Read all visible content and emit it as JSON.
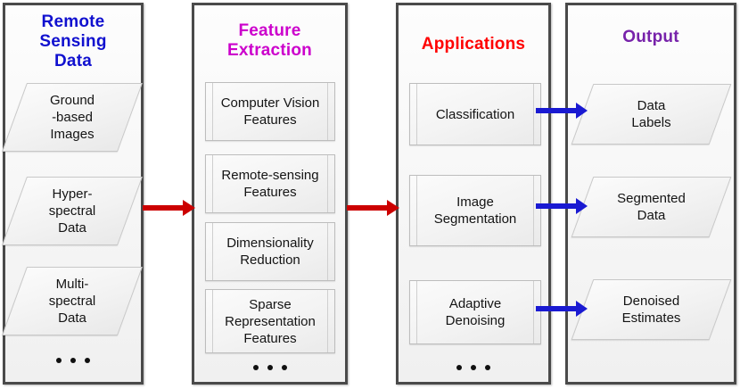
{
  "diagram": {
    "title_colors": {
      "remote_sensing_data": "#1010cf",
      "feature_extraction": "#cc00cc",
      "applications": "#ff0000",
      "output": "#7722aa"
    },
    "arrow_colors": {
      "stage_arrow": "#cc0000",
      "output_arrow": "#1a1ad2"
    },
    "ellipsis": "• • •"
  },
  "columns": [
    {
      "id": "remote-sensing-data",
      "title": "Remote\nSensing\nData",
      "title_lines": [
        "Remote",
        "Sensing",
        "Data"
      ],
      "node_shape": "parallelogram",
      "nodes": [
        {
          "label": "Ground\n-based\nImages",
          "lines": [
            "Ground",
            "-based",
            "Images"
          ]
        },
        {
          "label": "Hyper-\nspectral\nData",
          "lines": [
            "Hyper-",
            "spectral",
            "Data"
          ]
        },
        {
          "label": "Multi-\nspectral\nData",
          "lines": [
            "Multi-",
            "spectral",
            "Data"
          ]
        }
      ],
      "has_ellipsis": true
    },
    {
      "id": "feature-extraction",
      "title": "Feature\nExtraction",
      "title_lines": [
        "Feature",
        "Extraction"
      ],
      "node_shape": "predefined-process",
      "nodes": [
        {
          "label": "Computer Vision\nFeatures",
          "lines": [
            "Computer Vision",
            "Features"
          ]
        },
        {
          "label": "Remote-sensing\nFeatures",
          "lines": [
            "Remote-sensing",
            "Features"
          ]
        },
        {
          "label": "Dimensionality\nReduction",
          "lines": [
            "Dimensionality",
            "Reduction"
          ]
        },
        {
          "label": "Sparse\nRepresentation\nFeatures",
          "lines": [
            "Sparse",
            "Representation",
            "Features"
          ]
        }
      ],
      "has_ellipsis": true
    },
    {
      "id": "applications",
      "title": "Applications",
      "title_lines": [
        "Applications"
      ],
      "node_shape": "predefined-process",
      "nodes": [
        {
          "label": "Classification",
          "lines": [
            "Classification"
          ]
        },
        {
          "label": "Image\nSegmentation",
          "lines": [
            "Image",
            "Segmentation"
          ]
        },
        {
          "label": "Adaptive\nDenoising",
          "lines": [
            "Adaptive",
            "Denoising"
          ]
        }
      ],
      "has_ellipsis": true
    },
    {
      "id": "output",
      "title": "Output",
      "title_lines": [
        "Output"
      ],
      "node_shape": "parallelogram",
      "nodes": [
        {
          "label": "Data\nLabels",
          "lines": [
            "Data",
            "Labels"
          ]
        },
        {
          "label": "Segmented\nData",
          "lines": [
            "Segmented",
            "Data"
          ]
        },
        {
          "label": "Denoised\nEstimates",
          "lines": [
            "Denoised",
            "Estimates"
          ]
        }
      ],
      "has_ellipsis": false
    }
  ],
  "arrows": [
    {
      "id": "arrow-data-to-features",
      "color": "#cc0000",
      "from": "remote-sensing-data",
      "to": "feature-extraction"
    },
    {
      "id": "arrow-features-to-applications",
      "color": "#cc0000",
      "from": "feature-extraction",
      "to": "applications"
    },
    {
      "id": "arrow-classification-to-data-labels",
      "color": "#1a1ad2",
      "from": "classification",
      "to": "data-labels"
    },
    {
      "id": "arrow-segmentation-to-segmented-data",
      "color": "#1a1ad2",
      "from": "image-segmentation",
      "to": "segmented-data"
    },
    {
      "id": "arrow-denoising-to-denoised-estimates",
      "color": "#1a1ad2",
      "from": "adaptive-denoising",
      "to": "denoised-estimates"
    }
  ]
}
